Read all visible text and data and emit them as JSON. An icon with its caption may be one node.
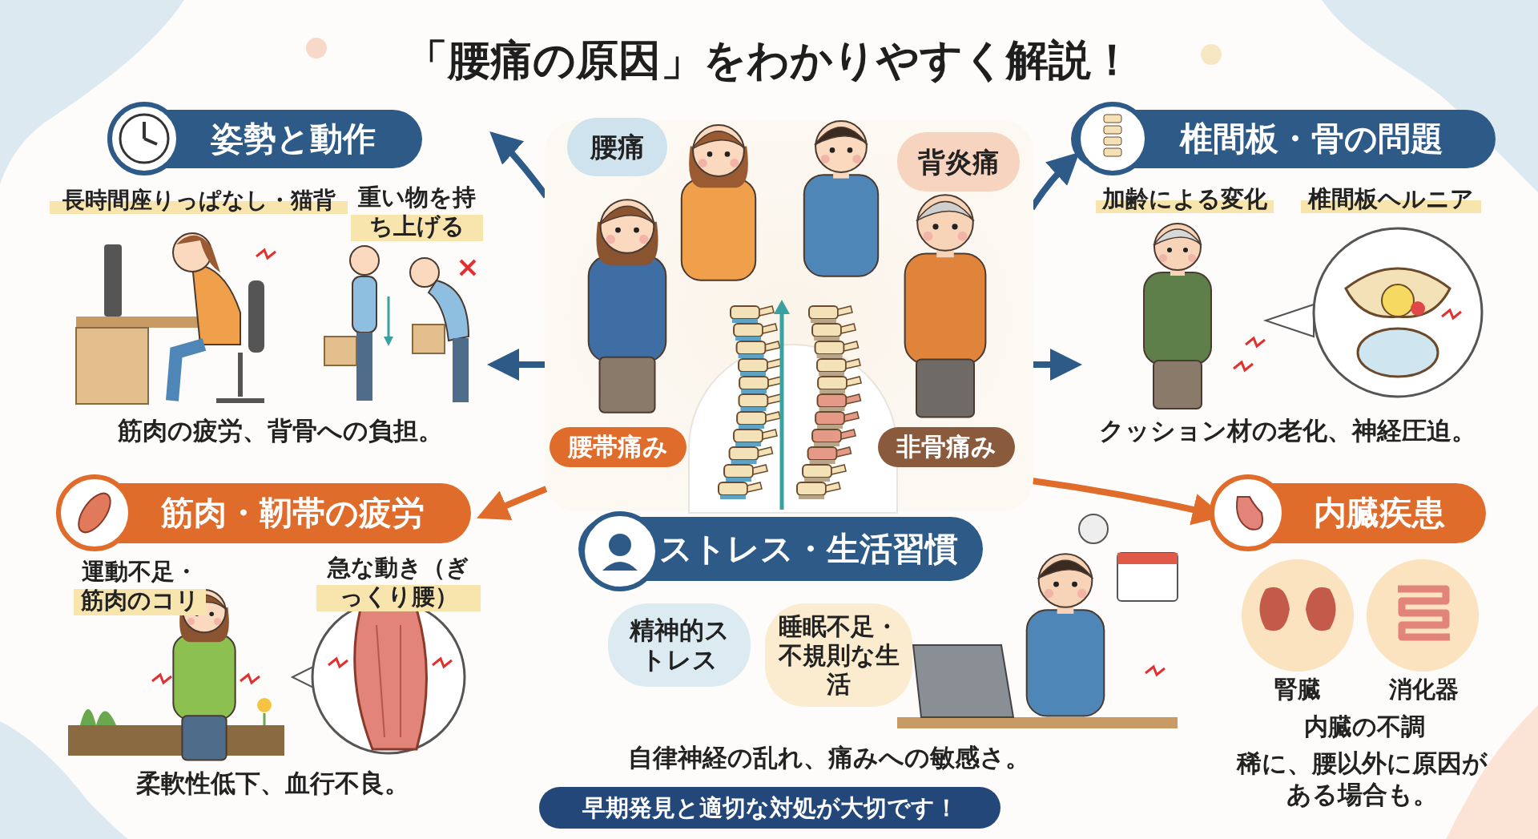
{
  "diagram": {
    "title": "「腰痛の原因」をわかりやすく解説！",
    "nodes": [
      {
        "text": [],
        "shape": "picture"
      },
      {
        "text": [
          "腰痛"
        ],
        "in": 0
      },
      {
        "text": [
          "背炎痛"
        ],
        "in": 0
      },
      {
        "text": [
          "腰帯痛み"
        ],
        "in": 0
      },
      {
        "text": [
          "非骨痛み"
        ],
        "in": 0
      },
      {
        "text": [
          "姿勢と動作",
          "長時間座りっぱなし・猫背",
          "重い物を持ち上げる",
          "筋肉の疲労、背骨への負担。"
        ]
      },
      {
        "text": [
          "椎間板・骨の問題",
          "加齢による変化",
          "椎間板ヘルニア",
          "クッション材の老化、神経圧迫。"
        ]
      },
      {
        "text": [
          "筋肉・靭帯の疲労",
          "運動不足・筋肉のコリ",
          "急な動き（ぎっくり腰）",
          "柔軟性低下、血行不良。"
        ]
      },
      {
        "text": [
          "ストレス・生活習慣",
          "自律神経の乱れ、痛みへの敏感さ。"
        ]
      },
      {
        "text": [
          "精神的ストレス"
        ],
        "in": 8
      },
      {
        "text": [
          "睡眠不足・不規則な生活"
        ],
        "in": 8
      },
      {
        "text": [
          "内臓疾患",
          "腎臓",
          "消化器",
          "内臓の不調",
          "稀に、腰以外に原因がある場合も。"
        ]
      },
      {
        "text": [
          "早期発見と適切な対処が大切です！"
        ]
      }
    ],
    "edges": [
      {
        "from": 0,
        "to": 5,
        "arrow": "to"
      },
      {
        "from": 0,
        "to": 5,
        "arrow": "to"
      },
      {
        "from": 0,
        "to": 6,
        "arrow": "to"
      },
      {
        "from": 0,
        "to": 6,
        "arrow": "to"
      },
      {
        "from": 0,
        "to": 7,
        "arrow": "to",
        "color": "#e06c2c"
      },
      {
        "from": 0,
        "to": 11,
        "arrow": "to",
        "color": "#e06c2c"
      }
    ]
  }
}
